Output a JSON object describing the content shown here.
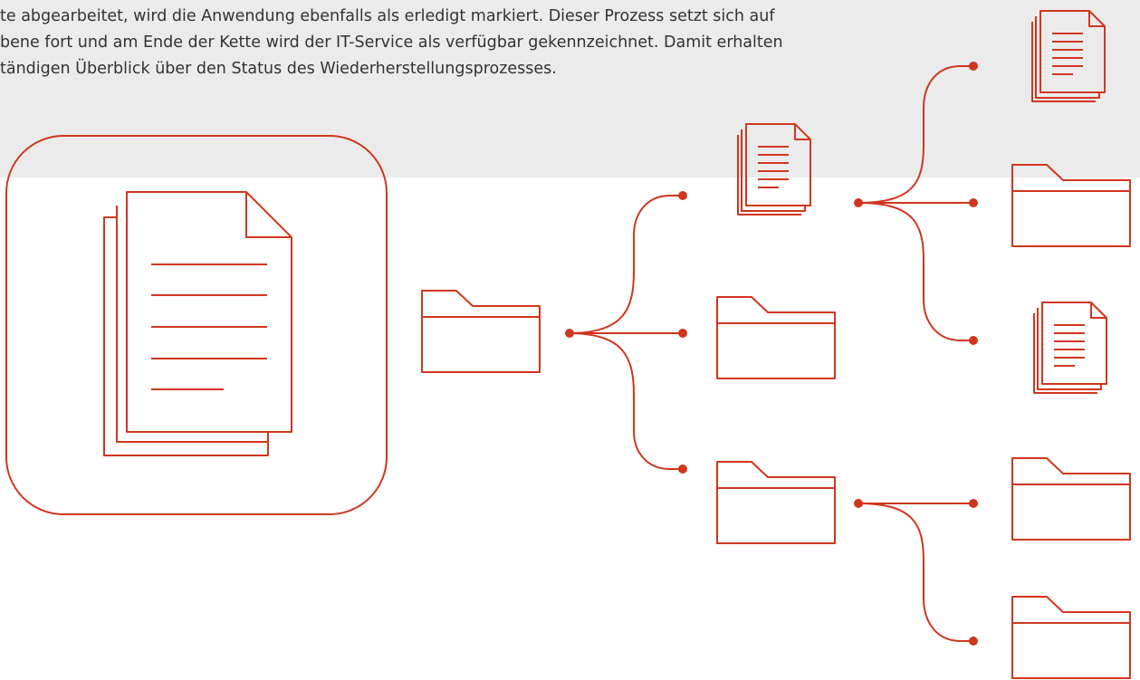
{
  "description": {
    "line1": "te abgearbeitet, wird die Anwendung ebenfalls als erledigt markiert. Dieser Prozess setzt sich auf",
    "line2": "bene fort und am Ende der Kette wird der IT-Service als verfügbar gekennzeichnet. Damit erhalten",
    "line3": "tändigen Überblick über den Status des Wiederherstellungsprozesses."
  },
  "colors": {
    "accent": "#d0361e",
    "band": "#ebebeb",
    "text": "#333333"
  },
  "icons": [
    "document-icon",
    "folder-icon"
  ]
}
